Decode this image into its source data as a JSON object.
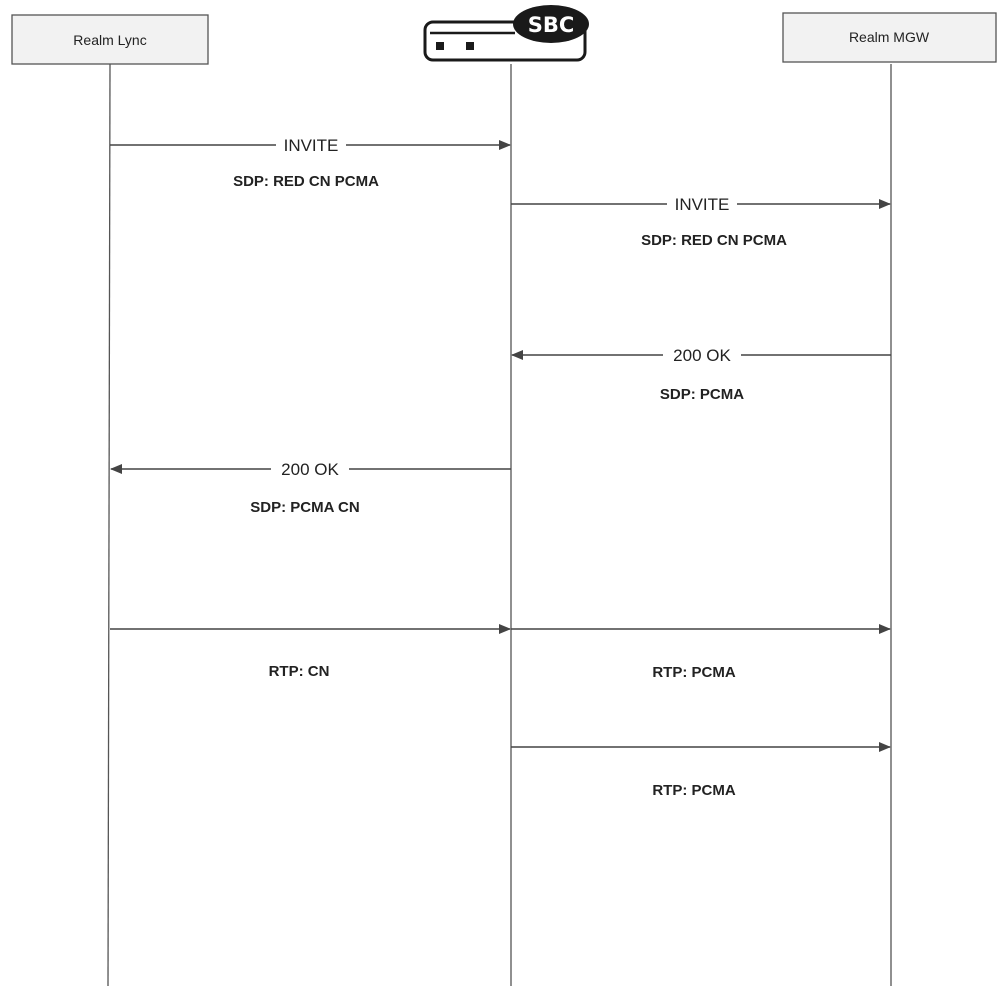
{
  "participants": {
    "left": "Realm Lync",
    "middle": "SBC",
    "right": "Realm MGW"
  },
  "messages": [
    {
      "label": "INVITE",
      "sdp": "SDP: RED CN PCMA"
    },
    {
      "label": "INVITE",
      "sdp": "SDP: RED CN PCMA"
    },
    {
      "label": "200 OK",
      "sdp": "SDP: PCMA"
    },
    {
      "label": "200 OK",
      "sdp": "SDP: PCMA CN"
    },
    {
      "label": "",
      "sdp": "RTP: CN"
    },
    {
      "label": "",
      "sdp": "RTP: PCMA"
    },
    {
      "label": "",
      "sdp": "RTP: PCMA"
    }
  ],
  "colors": {
    "line": "#444444",
    "box_fill": "#f2f2f2",
    "box_stroke": "#555555",
    "sbc_badge": "#1a1a1a"
  }
}
